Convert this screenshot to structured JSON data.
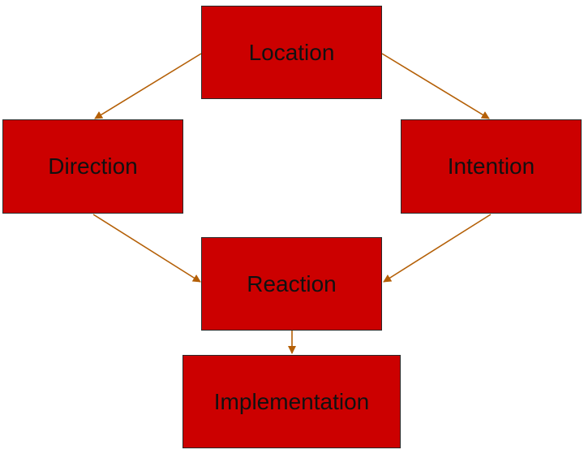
{
  "diagram": {
    "colors": {
      "node_fill": "#cc0000",
      "node_border": "#2a2a2a",
      "arrow": "#b45f06",
      "text": "#111111"
    },
    "nodes": {
      "location": "Location",
      "direction": "Direction",
      "intention": "Intention",
      "reaction": "Reaction",
      "implementation": "Implementation"
    },
    "edges": [
      {
        "from": "location",
        "to": "direction"
      },
      {
        "from": "location",
        "to": "intention"
      },
      {
        "from": "direction",
        "to": "reaction"
      },
      {
        "from": "intention",
        "to": "reaction"
      },
      {
        "from": "reaction",
        "to": "implementation"
      }
    ]
  }
}
